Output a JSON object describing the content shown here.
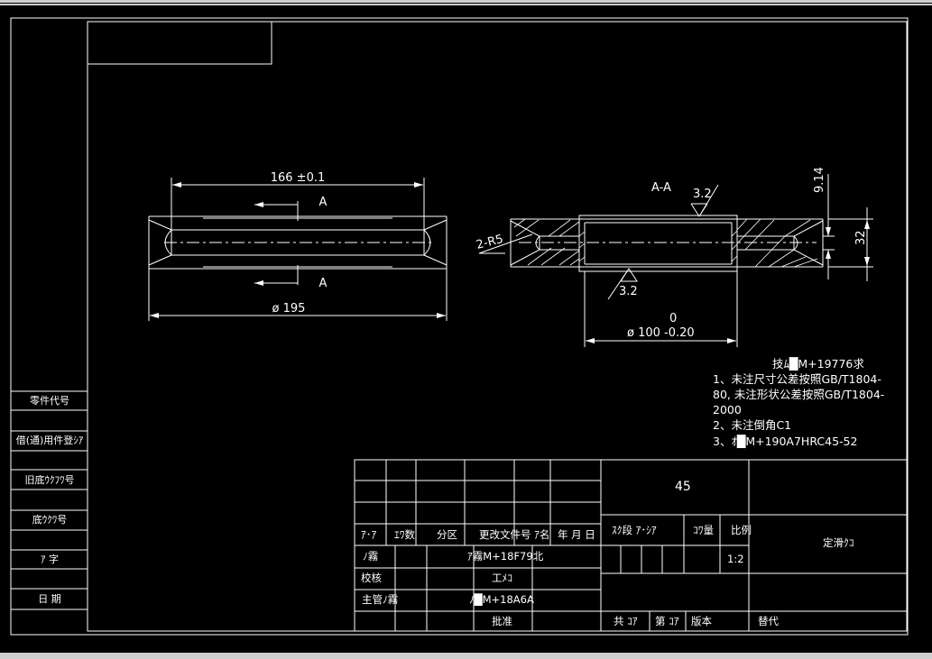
{
  "views": {
    "left_dim_width": "166 ±0.1",
    "left_dim_dia": "ø 195",
    "section_mark_top": "A",
    "section_mark_bottom": "A",
    "section_title": "A-A",
    "rough_top": "3.2",
    "rough_bottom": "3.2",
    "radius": "2-R5",
    "dim_914": "9.14",
    "dim_32": "32",
    "dim_tol_upper": "0",
    "dim_dia100": "ø 100 -0.20"
  },
  "notes": [
    "技ﾑ█M+19776求",
    "1、未注尺寸公差按照GB/T1804-",
    "80, 未注形状公差按照GB/T1804-",
    "2000",
    "2、未注倒角C1",
    "3、ｵ█M+190A7HRC45-52"
  ],
  "side_labels": [
    "零件代号",
    "借(通)用件登ｼｱ",
    "旧底ｳｸﾌﾜ号",
    "底ｳｸﾜ号",
    "ｱ  字",
    "日  期"
  ],
  "title_block": {
    "material": "45",
    "part_name": "定滑ｸｺ",
    "scale": "1:2",
    "rev_headers": [
      "ｱ･ｱ",
      "ｴﾜ数",
      "分区",
      "更改文件号 ｱ名",
      "年 月 日"
    ],
    "stage_header": "ｽｸ段 ｱ･ｼｱ",
    "weight_header": "ｺﾜ量",
    "scale_header": "比例",
    "row_design_label": "ﾉ霧",
    "row_design_value": "ｱ霧M+18F79北",
    "row_check_label": "校核",
    "row_process": "工ﾒｺ",
    "row_supervisor_label": "主管ﾉ霧",
    "row_supervisor_value": "ﾉ█M+18A6A",
    "row_approve": "批准",
    "bottom_total": "共  ｺｱ",
    "bottom_page": "第  ｺｱ",
    "bottom_version": "版本",
    "bottom_replace": "替代"
  }
}
